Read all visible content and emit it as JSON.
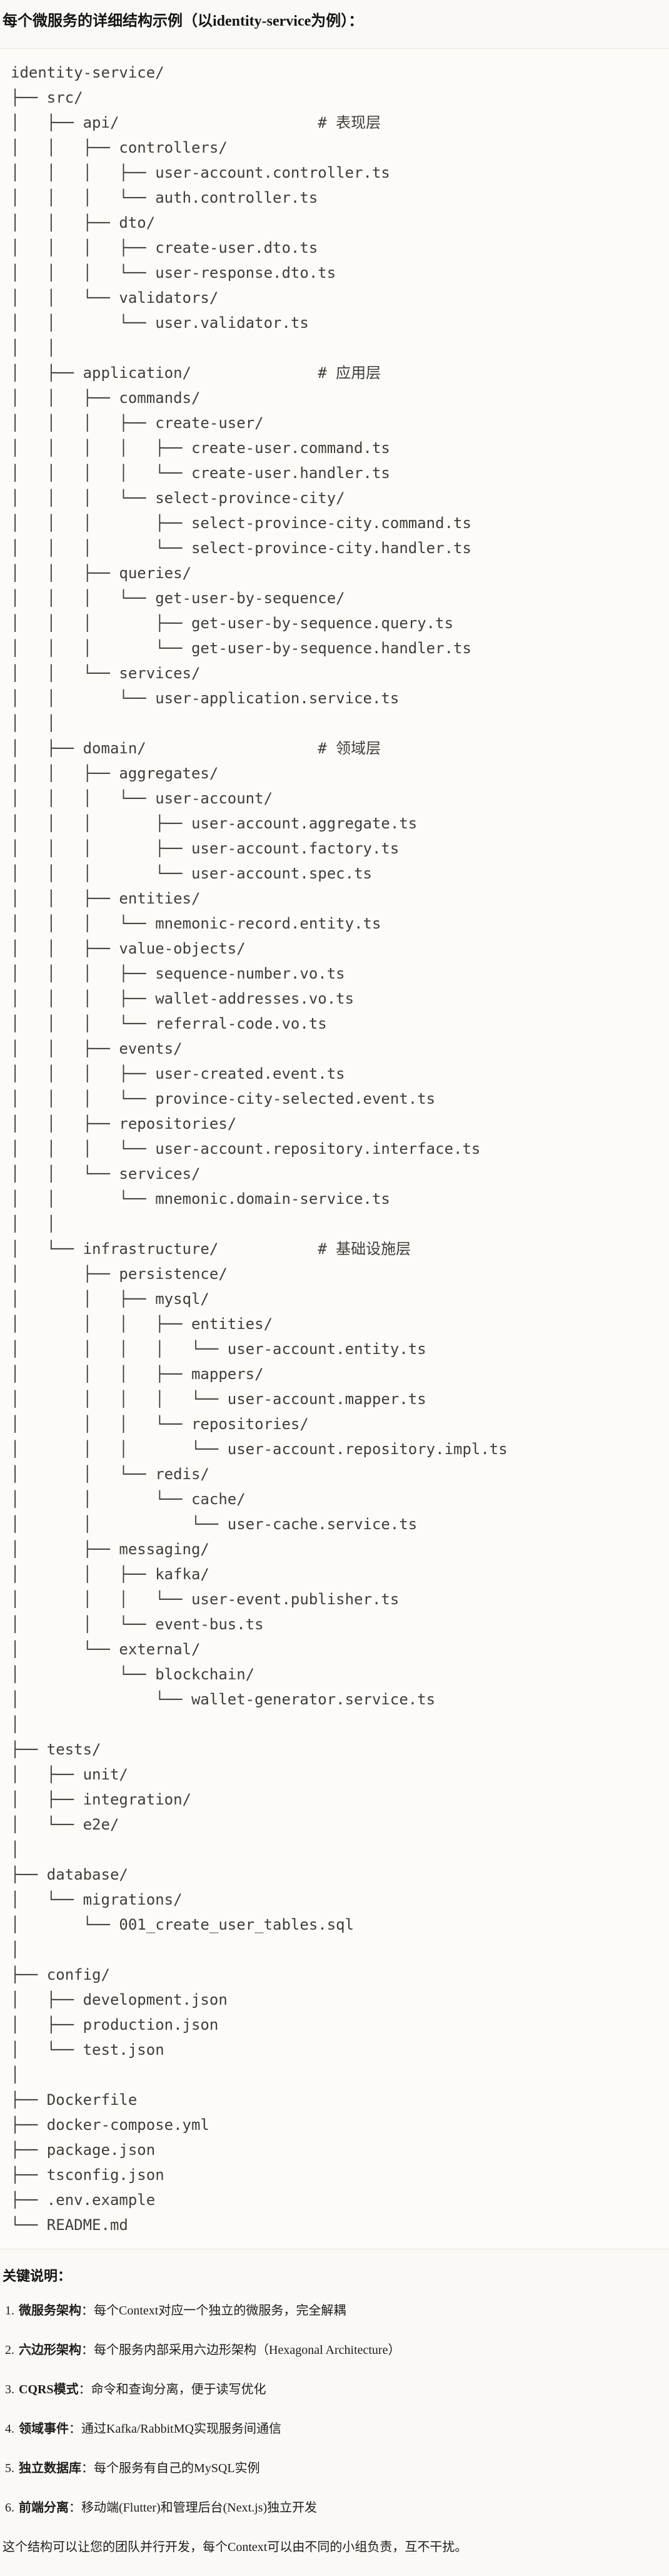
{
  "page": {
    "title": "每个微服务的详细结构示例（以identity-service为例）：",
    "notes_heading": "关键说明：",
    "closing": "这个结构可以让您的团队并行开发，每个Context可以由不同的小组负责，互不干扰。"
  },
  "colors": {
    "page_bg": "#FAF9F5",
    "code_bg": "#FCFBF8",
    "code_border": "#E6E3DA",
    "code_text": "#3F3E39",
    "body_text": "#1D1C1A"
  },
  "tree": {
    "lines": [
      "identity-service/",
      "├── src/",
      "│   ├── api/                      # 表现层",
      "│   │   ├── controllers/",
      "│   │   │   ├── user-account.controller.ts",
      "│   │   │   └── auth.controller.ts",
      "│   │   ├── dto/",
      "│   │   │   ├── create-user.dto.ts",
      "│   │   │   └── user-response.dto.ts",
      "│   │   └── validators/",
      "│   │       └── user.validator.ts",
      "│   │",
      "│   ├── application/              # 应用层",
      "│   │   ├── commands/",
      "│   │   │   ├── create-user/",
      "│   │   │   │   ├── create-user.command.ts",
      "│   │   │   │   └── create-user.handler.ts",
      "│   │   │   └── select-province-city/",
      "│   │   │       ├── select-province-city.command.ts",
      "│   │   │       └── select-province-city.handler.ts",
      "│   │   ├── queries/",
      "│   │   │   └── get-user-by-sequence/",
      "│   │   │       ├── get-user-by-sequence.query.ts",
      "│   │   │       └── get-user-by-sequence.handler.ts",
      "│   │   └── services/",
      "│   │       └── user-application.service.ts",
      "│   │",
      "│   ├── domain/                   # 领域层",
      "│   │   ├── aggregates/",
      "│   │   │   └── user-account/",
      "│   │   │       ├── user-account.aggregate.ts",
      "│   │   │       ├── user-account.factory.ts",
      "│   │   │       └── user-account.spec.ts",
      "│   │   ├── entities/",
      "│   │   │   └── mnemonic-record.entity.ts",
      "│   │   ├── value-objects/",
      "│   │   │   ├── sequence-number.vo.ts",
      "│   │   │   ├── wallet-addresses.vo.ts",
      "│   │   │   └── referral-code.vo.ts",
      "│   │   ├── events/",
      "│   │   │   ├── user-created.event.ts",
      "│   │   │   └── province-city-selected.event.ts",
      "│   │   ├── repositories/",
      "│   │   │   └── user-account.repository.interface.ts",
      "│   │   └── services/",
      "│   │       └── mnemonic.domain-service.ts",
      "│   │",
      "│   └── infrastructure/           # 基础设施层",
      "│       ├── persistence/",
      "│       │   ├── mysql/",
      "│       │   │   ├── entities/",
      "│       │   │   │   └── user-account.entity.ts",
      "│       │   │   ├── mappers/",
      "│       │   │   │   └── user-account.mapper.ts",
      "│       │   │   └── repositories/",
      "│       │   │       └── user-account.repository.impl.ts",
      "│       │   └── redis/",
      "│       │       └── cache/",
      "│       │           └── user-cache.service.ts",
      "│       ├── messaging/",
      "│       │   ├── kafka/",
      "│       │   │   └── user-event.publisher.ts",
      "│       │   └── event-bus.ts",
      "│       └── external/",
      "│           └── blockchain/",
      "│               └── wallet-generator.service.ts",
      "│",
      "├── tests/",
      "│   ├── unit/",
      "│   ├── integration/",
      "│   └── e2e/",
      "│",
      "├── database/",
      "│   └── migrations/",
      "│       └── 001_create_user_tables.sql",
      "│",
      "├── config/",
      "│   ├── development.json",
      "│   ├── production.json",
      "│   └── test.json",
      "│",
      "├── Dockerfile",
      "├── docker-compose.yml",
      "├── package.json",
      "├── tsconfig.json",
      "├── .env.example",
      "└── README.md"
    ]
  },
  "notes": {
    "items": [
      {
        "num": "1.",
        "label": "微服务架构",
        "text": "：每个Context对应一个独立的微服务，完全解耦"
      },
      {
        "num": "2.",
        "label": "六边形架构",
        "text": "：每个服务内部采用六边形架构（Hexagonal Architecture）"
      },
      {
        "num": "3.",
        "label": "CQRS模式",
        "text": "：命令和查询分离，便于读写优化"
      },
      {
        "num": "4.",
        "label": "领域事件",
        "text": "：通过Kafka/RabbitMQ实现服务间通信"
      },
      {
        "num": "5.",
        "label": "独立数据库",
        "text": "：每个服务有自己的MySQL实例"
      },
      {
        "num": "6.",
        "label": "前端分离",
        "text": "：移动端(Flutter)和管理后台(Next.js)独立开发"
      }
    ]
  }
}
